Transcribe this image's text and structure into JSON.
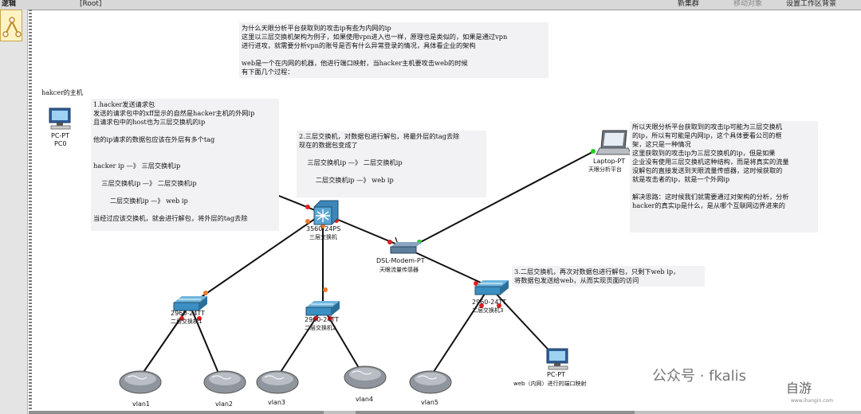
{
  "toolbar": {
    "logic_label": "逻辑",
    "root_label": "[Root]",
    "new_cluster": "新集群",
    "move_object": "移动对象",
    "set_background": "设置工作区背景"
  },
  "notes": {
    "intro": "为什么天眼分析平台获取到的攻击ip有些为内网的ip\n这里以三层交换机架构为例子，如果使用vpn进入也一样，原理也是类似的，如果是通过vpn\n进行进攻，就需要分析vpn的账号是否有什么异常登录的情况，具体看企业的架构\n\nweb是一个在内网的机器，他进行端口映射，当hacker主机要攻击web的时候\n有下面几个过程：",
    "step1": "1.hacker发送请求包\n发送的请求包中的xff显示的自然是hacker主机的外网ip\n且请求包中的host也为三层交换机的ip\n\n他的ip请求的数据包应该在外层有多个tag\n\n\nhacker ip —》 三层交换机ip\n\n    三层交换机ip —》 二层交换机ip\n\n        二层交换机ip —》 web ip\n\n当经过应该交换机，就会进行解包，将外层的tag去除",
    "step2": "2.三层交换机，对数据包进行解包，将最外层的tag去除\n现在的数据包变成了\n\n    三层交换机ip —》 二层交换机ip\n\n        二层交换机ip —》 web ip",
    "step3": "3.二层交换机，再次对数据包进行解包，只剩下web ip，\n将数据包发送给web，从而实现页面的访问",
    "analysis": "所以天眼分析平台获取到的攻击ip可能为三层交换机\n的ip，所以有可能是内网ip，这个具体要看公司的框\n架，这只是一种情况\n这里获取到的攻击ip为三层交换机的ip，但是如果\n企业没有使用三层交换机这种结构，而是将真实的流量\n没解包的直接发送到天眼流量传感器，这时候获取的\n就是攻击者的ip，就是一个外网ip\n\n解决思路：这时候我们就需要通过对架构的分析，分析\nhacker的真实ip是什么，是从哪个互联网边界进来的"
  },
  "devices": {
    "hacker_caption": "hakcer的主机",
    "pc0_type": "PC-PT",
    "pc0_name": "PC0",
    "laptop_type": "Laptop-PT",
    "laptop_name": "天眼分析平台",
    "core_type": "3560-24PS",
    "core_name": "三层交换机",
    "modem_type": "DSL-Modem-PT",
    "modem_name": "天眼流量传感器",
    "sw1_type": "2960-24TT",
    "sw1_name": "二层交换机1",
    "sw2_type": "2960-24TT",
    "sw2_name": "二层交换机2",
    "sw3_type": "2960-24TT",
    "sw3_name": "二层交换机3",
    "web_type": "PC-PT",
    "web_name": "web（内网）进行的端口映射"
  },
  "clouds": [
    "vlan1",
    "vlan2",
    "vlan3",
    "vlan4",
    "vlan5"
  ],
  "watermark": {
    "text": "公众号 · fkalis",
    "logo": "自游",
    "url": "www.ihangin.com"
  },
  "colors": {
    "link": "#111111",
    "port_up": "#f07a28",
    "port_down": "#e02020",
    "port_green": "#22cc22",
    "note_bg": "#f2f2f5"
  }
}
